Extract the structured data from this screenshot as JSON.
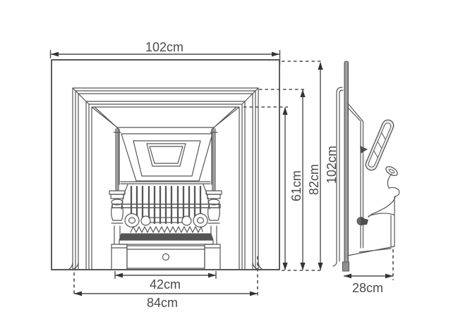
{
  "diagram": {
    "kind": "fireplace insert dimension drawing",
    "colors": {
      "line": "#555555",
      "dimension_line": "#4f4f4f",
      "text": "#4a4a4a",
      "metal_shade": "#9c9c9c",
      "dark_band": "#545454",
      "background": "#ffffff"
    }
  },
  "dimensions": {
    "overall_width": {
      "label": "102cm",
      "value_cm": 102,
      "orientation": "horizontal",
      "position": "top"
    },
    "ashpan_width": {
      "label": "42cm",
      "value_cm": 42,
      "orientation": "horizontal",
      "position": "bottom"
    },
    "surround_width": {
      "label": "84cm",
      "value_cm": 84,
      "orientation": "horizontal",
      "position": "bottom"
    },
    "opening_height": {
      "label": "61cm",
      "value_cm": 61,
      "orientation": "vertical",
      "position": "right"
    },
    "surround_height": {
      "label": "82cm",
      "value_cm": 82,
      "orientation": "vertical",
      "position": "right"
    },
    "overall_height": {
      "label": "102cm",
      "value_cm": 102,
      "orientation": "vertical",
      "position": "right"
    },
    "depth": {
      "label": "28cm",
      "value_cm": 28,
      "orientation": "horizontal",
      "position": "side-view-bottom"
    }
  }
}
